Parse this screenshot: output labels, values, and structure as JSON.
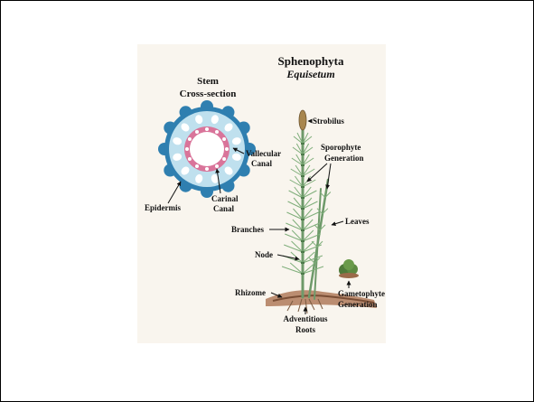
{
  "slide": {
    "title": "Sphenophyta",
    "subtitle": "Equisetum"
  },
  "cross_section": {
    "title_line1": "Stem",
    "title_line2": "Cross-section",
    "labels": {
      "vallecular_1": "Vallecular",
      "vallecular_2": "Canal",
      "carinal_1": "Carinal",
      "carinal_2": "Canal",
      "epidermis": "Epidermis"
    }
  },
  "plant": {
    "labels": {
      "strobilus": "Strobilus",
      "sporophyte_1": "Sporophyte",
      "sporophyte_2": "Generation",
      "leaves": "Leaves",
      "branches": "Branches",
      "node": "Node",
      "rhizome": "Rhizome",
      "gametophyte_1": "Gametophyte",
      "gametophyte_2": "Generation",
      "roots_1": "Adventitious",
      "roots_2": "Roots"
    }
  },
  "colors": {
    "panel_bg": "#f9f5ee",
    "epidermis_blue": "#2f7fb0",
    "cortex_light": "#bfe0ee",
    "ring_pink": "#d9749a",
    "plant_green": "#6e9a6a",
    "strobilus_brown": "#a8864e",
    "soil_brown": "#b07a5a"
  }
}
